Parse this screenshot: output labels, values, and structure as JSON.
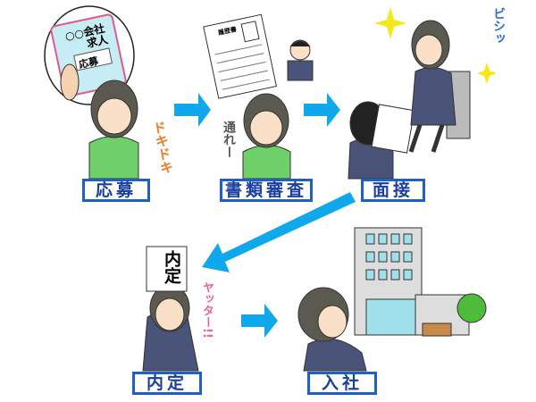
{
  "steps": [
    {
      "label": "応募"
    },
    {
      "label": "書類審査"
    },
    {
      "label": "面接"
    },
    {
      "label": "内定"
    },
    {
      "label": "入社"
    }
  ],
  "illustration_text": {
    "job_ad_company": "○○会社",
    "job_ad_title": "求人",
    "job_ad_apply": "応募",
    "resume_title": "履歴書",
    "offer_sign": "内定"
  },
  "sound_effects": {
    "nervous": "ドキドキ",
    "hope": "通れー",
    "sharp": "ビシッ",
    "yay": "ヤッター!!"
  },
  "colors": {
    "arrow": "#10a8ec",
    "label_border": "#1f5fc8",
    "label_text": "#1a3fa0",
    "nervous": "#f07a2a",
    "yay": "#f0609a",
    "sharp": "#2b6fd6"
  }
}
